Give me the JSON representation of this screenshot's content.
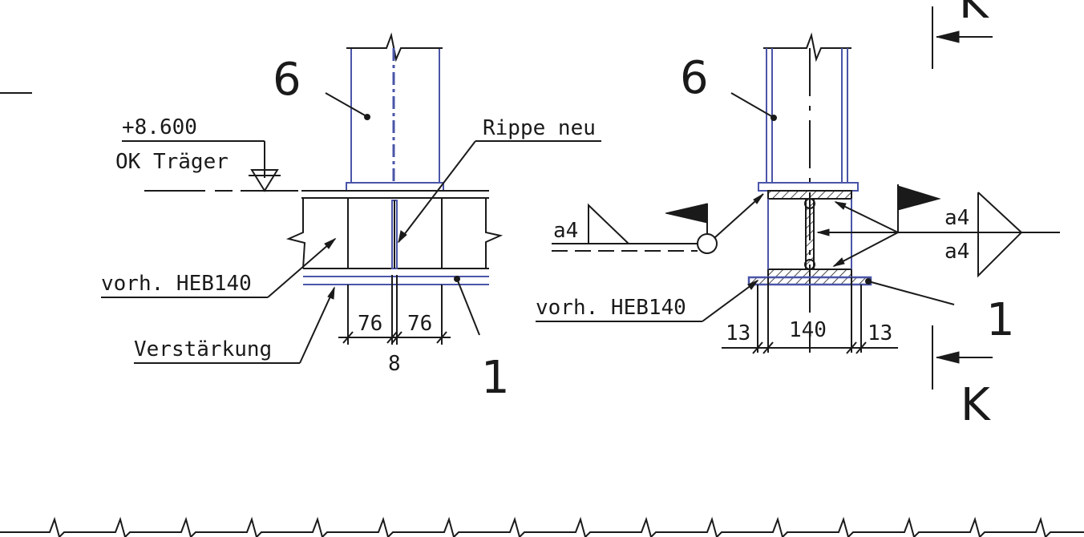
{
  "left_view": {
    "position_number": "6",
    "elevation": "+8.600",
    "top_of_beam_label": "OK Träger",
    "rib_label": "Rippe neu",
    "existing_section_label": "vorh. HEB140",
    "reinforcement_label": "Verstärkung",
    "dim_left": "76",
    "dim_right": "76",
    "dim_rib": "8",
    "part_number": "1"
  },
  "right_view": {
    "position_number": "6",
    "weld_left": "a4",
    "weld_right_top": "a4",
    "weld_right_bottom": "a4",
    "existing_section_label": "vorh. HEB140",
    "dim_left": "13",
    "dim_center": "140",
    "dim_right": "13",
    "part_number": "1"
  },
  "section_marker": {
    "top_letter": "K",
    "bottom_letter": "K"
  },
  "colors": {
    "ink": "#1a1a1a",
    "steel_blue": "#4a55a8"
  }
}
